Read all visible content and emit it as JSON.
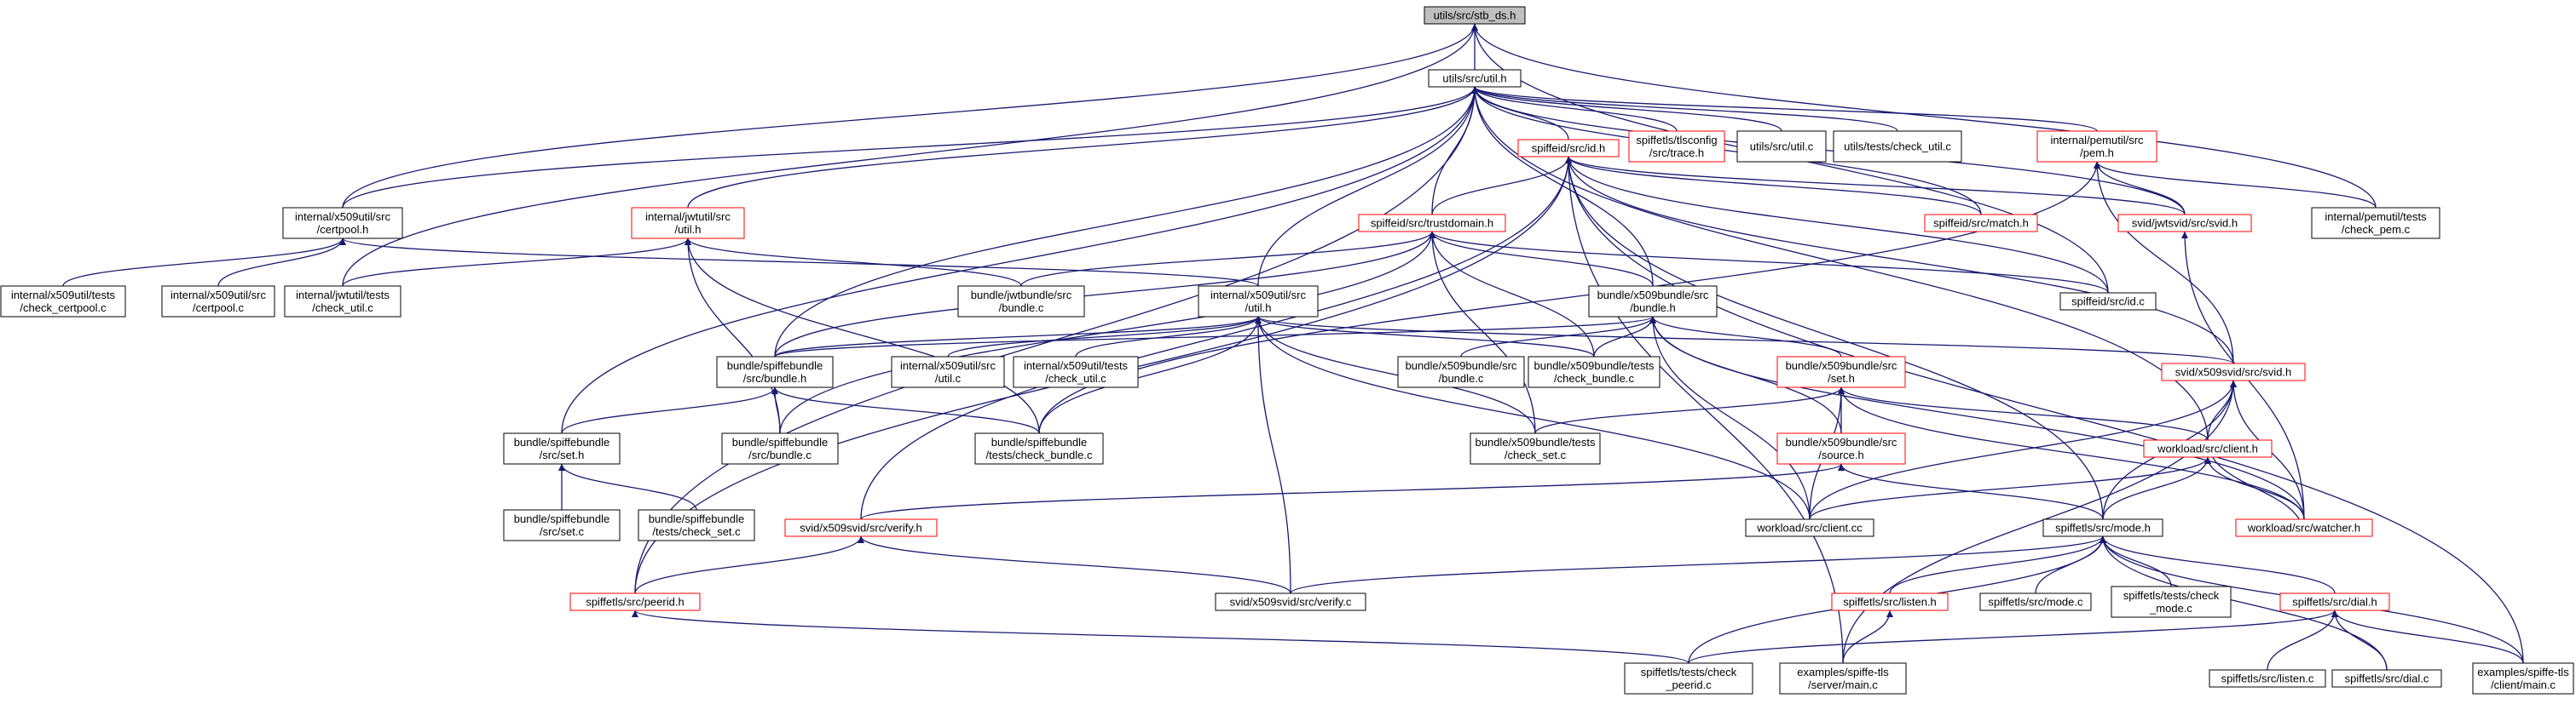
{
  "colors": {
    "edge": "#191970",
    "border_default": "#000000",
    "border_red": "#ff0000",
    "root_fill": "#bfbfbf",
    "node_fill": "#ffffff"
  },
  "nodes": {
    "stb_ds": {
      "lines": [
        "utils/src/stb_ds.h"
      ],
      "style": "root"
    },
    "util_h": {
      "lines": [
        "utils/src/util.h"
      ],
      "style": "black"
    },
    "x509util_certpool_h": {
      "lines": [
        "internal/x509util/src",
        "/certpool.h"
      ],
      "style": "black"
    },
    "spiffeid_id_h": {
      "lines": [
        "spiffeid/src/id.h"
      ],
      "style": "red"
    },
    "spiffetls_tlsconfig_trace_h": {
      "lines": [
        "spiffetls/tlsconfig",
        "/src/trace.h"
      ],
      "style": "red"
    },
    "utils_util_c": {
      "lines": [
        "utils/src/util.c"
      ],
      "style": "black"
    },
    "utils_tests_check_util_c": {
      "lines": [
        "utils/tests/check_util.c"
      ],
      "style": "black"
    },
    "pemutil_pem_h": {
      "lines": [
        "internal/pemutil/src",
        "/pem.h"
      ],
      "style": "red"
    },
    "jwtutil_util_h": {
      "lines": [
        "internal/jwtutil/src",
        "/util.h"
      ],
      "style": "red"
    },
    "spiffeid_trustdomain_h": {
      "lines": [
        "spiffeid/src/trustdomain.h"
      ],
      "style": "red"
    },
    "spiffeid_match_h": {
      "lines": [
        "spiffeid/src/match.h"
      ],
      "style": "red"
    },
    "jwtsvid_svid_h": {
      "lines": [
        "svid/jwtsvid/src/svid.h"
      ],
      "style": "red"
    },
    "pemutil_tests_check_pem_c": {
      "lines": [
        "internal/pemutil/tests",
        "/check_pem.c"
      ],
      "style": "black"
    },
    "x509util_tests_check_certpool_c": {
      "lines": [
        "internal/x509util/tests",
        "/check_certpool.c"
      ],
      "style": "black"
    },
    "x509util_certpool_c": {
      "lines": [
        "internal/x509util/src",
        "/certpool.c"
      ],
      "style": "black"
    },
    "jwtutil_tests_check_util_c": {
      "lines": [
        "internal/jwtutil/tests",
        "/check_util.c"
      ],
      "style": "black"
    },
    "jwtbundle_bundle_c": {
      "lines": [
        "bundle/jwtbundle/src",
        "/bundle.c"
      ],
      "style": "black"
    },
    "x509util_util_h": {
      "lines": [
        "internal/x509util/src",
        "/util.h"
      ],
      "style": "black"
    },
    "x509bundle_bundle_h": {
      "lines": [
        "bundle/x509bundle/src",
        "/bundle.h"
      ],
      "style": "black"
    },
    "spiffeid_id_c": {
      "lines": [
        "spiffeid/src/id.c"
      ],
      "style": "black"
    },
    "spiffebundle_bundle_h": {
      "lines": [
        "bundle/spiffebundle",
        "/src/bundle.h"
      ],
      "style": "black"
    },
    "x509util_util_c": {
      "lines": [
        "internal/x509util/src",
        "/util.c"
      ],
      "style": "black"
    },
    "x509util_tests_check_util_c": {
      "lines": [
        "internal/x509util/tests",
        "/check_util.c"
      ],
      "style": "black"
    },
    "x509bundle_bundle_c": {
      "lines": [
        "bundle/x509bundle/src",
        "/bundle.c"
      ],
      "style": "black"
    },
    "x509bundle_tests_check_bundle_c": {
      "lines": [
        "bundle/x509bundle/tests",
        "/check_bundle.c"
      ],
      "style": "black"
    },
    "x509bundle_set_h": {
      "lines": [
        "bundle/x509bundle/src",
        "/set.h"
      ],
      "style": "red"
    },
    "x509svid_svid_h": {
      "lines": [
        "svid/x509svid/src/svid.h"
      ],
      "style": "red"
    },
    "spiffebundle_set_h": {
      "lines": [
        "bundle/spiffebundle",
        "/src/set.h"
      ],
      "style": "black"
    },
    "spiffebundle_bundle_c": {
      "lines": [
        "bundle/spiffebundle",
        "/src/bundle.c"
      ],
      "style": "black"
    },
    "spiffebundle_tests_check_bundle_c": {
      "lines": [
        "bundle/spiffebundle",
        "/tests/check_bundle.c"
      ],
      "style": "black"
    },
    "x509bundle_tests_check_set_c": {
      "lines": [
        "bundle/x509bundle/tests",
        "/check_set.c"
      ],
      "style": "black"
    },
    "x509bundle_source_h": {
      "lines": [
        "bundle/x509bundle/src",
        "/source.h"
      ],
      "style": "red"
    },
    "workload_client_h": {
      "lines": [
        "workload/src/client.h"
      ],
      "style": "red"
    },
    "spiffebundle_set_c": {
      "lines": [
        "bundle/spiffebundle",
        "/src/set.c"
      ],
      "style": "black"
    },
    "spiffebundle_tests_check_set_c": {
      "lines": [
        "bundle/spiffebundle",
        "/tests/check_set.c"
      ],
      "style": "black"
    },
    "x509svid_verify_h": {
      "lines": [
        "svid/x509svid/src/verify.h"
      ],
      "style": "red"
    },
    "workload_client_cc": {
      "lines": [
        "workload/src/client.cc"
      ],
      "style": "black"
    },
    "spiffetls_mode_h": {
      "lines": [
        "spiffetls/src/mode.h"
      ],
      "style": "black"
    },
    "workload_watcher_h": {
      "lines": [
        "workload/src/watcher.h"
      ],
      "style": "red"
    },
    "spiffetls_peerid_h": {
      "lines": [
        "spiffetls/src/peerid.h"
      ],
      "style": "red"
    },
    "x509svid_verify_c": {
      "lines": [
        "svid/x509svid/src/verify.c"
      ],
      "style": "black"
    },
    "spiffetls_listen_h": {
      "lines": [
        "spiffetls/src/listen.h"
      ],
      "style": "red"
    },
    "spiffetls_mode_c": {
      "lines": [
        "spiffetls/src/mode.c"
      ],
      "style": "black"
    },
    "spiffetls_tests_check_mode_c": {
      "lines": [
        "spiffetls/tests/check",
        "_mode.c"
      ],
      "style": "black"
    },
    "spiffetls_dial_h": {
      "lines": [
        "spiffetls/src/dial.h"
      ],
      "style": "red"
    },
    "spiffetls_tests_check_peerid_c": {
      "lines": [
        "spiffetls/tests/check",
        "_peerid.c"
      ],
      "style": "black"
    },
    "examples_server_main_c": {
      "lines": [
        "examples/spiffe-tls",
        "/server/main.c"
      ],
      "style": "black"
    },
    "spiffetls_listen_c": {
      "lines": [
        "spiffetls/src/listen.c"
      ],
      "style": "black"
    },
    "spiffetls_dial_c": {
      "lines": [
        "spiffetls/src/dial.c"
      ],
      "style": "black"
    },
    "examples_client_main_c": {
      "lines": [
        "examples/spiffe-tls",
        "/client/main.c"
      ],
      "style": "black"
    }
  },
  "edges": [
    [
      "util_h",
      "stb_ds"
    ],
    [
      "x509util_certpool_h",
      "stb_ds"
    ],
    [
      "jwtutil_tests_check_util_c",
      "stb_ds"
    ],
    [
      "spiffeid_id_c",
      "stb_ds"
    ],
    [
      "pemutil_tests_check_pem_c",
      "stb_ds"
    ],
    [
      "x509util_certpool_h",
      "util_h"
    ],
    [
      "spiffeid_id_h",
      "util_h"
    ],
    [
      "spiffetls_tlsconfig_trace_h",
      "util_h"
    ],
    [
      "utils_util_c",
      "util_h"
    ],
    [
      "utils_tests_check_util_c",
      "util_h"
    ],
    [
      "pemutil_pem_h",
      "util_h"
    ],
    [
      "jwtutil_util_h",
      "util_h"
    ],
    [
      "spiffeid_trustdomain_h",
      "util_h"
    ],
    [
      "spiffeid_match_h",
      "util_h"
    ],
    [
      "jwtsvid_svid_h",
      "util_h"
    ],
    [
      "x509util_util_h",
      "util_h"
    ],
    [
      "x509bundle_bundle_h",
      "util_h"
    ],
    [
      "spiffebundle_bundle_h",
      "util_h"
    ],
    [
      "spiffebundle_set_h",
      "util_h"
    ],
    [
      "spiffetls_peerid_h",
      "util_h"
    ],
    [
      "workload_client_h",
      "util_h"
    ],
    [
      "x509util_tests_check_certpool_c",
      "x509util_certpool_h"
    ],
    [
      "x509util_certpool_c",
      "x509util_certpool_h"
    ],
    [
      "x509util_util_h",
      "x509util_certpool_h"
    ],
    [
      "spiffeid_trustdomain_h",
      "spiffeid_id_h"
    ],
    [
      "spiffeid_match_h",
      "spiffeid_id_h"
    ],
    [
      "jwtsvid_svid_h",
      "spiffeid_id_h"
    ],
    [
      "spiffeid_id_c",
      "spiffeid_id_h"
    ],
    [
      "x509svid_svid_h",
      "spiffeid_id_h"
    ],
    [
      "spiffetls_mode_h",
      "spiffeid_id_h"
    ],
    [
      "x509svid_verify_h",
      "spiffeid_id_h"
    ],
    [
      "spiffetls_peerid_h",
      "spiffeid_id_h"
    ],
    [
      "examples_server_main_c",
      "spiffeid_id_h"
    ],
    [
      "examples_client_main_c",
      "spiffeid_id_h"
    ],
    [
      "jwtsvid_svid_h",
      "pemutil_pem_h"
    ],
    [
      "pemutil_tests_check_pem_c",
      "pemutil_pem_h"
    ],
    [
      "x509svid_svid_h",
      "pemutil_pem_h"
    ],
    [
      "spiffebundle_tests_check_bundle_c",
      "pemutil_pem_h"
    ],
    [
      "jwtutil_tests_check_util_c",
      "jwtutil_util_h"
    ],
    [
      "jwtbundle_bundle_c",
      "jwtutil_util_h"
    ],
    [
      "spiffebundle_bundle_c",
      "jwtutil_util_h"
    ],
    [
      "spiffebundle_tests_check_bundle_c",
      "jwtutil_util_h"
    ],
    [
      "x509bundle_bundle_h",
      "spiffeid_trustdomain_h"
    ],
    [
      "jwtbundle_bundle_c",
      "spiffeid_trustdomain_h"
    ],
    [
      "spiffebundle_bundle_h",
      "spiffeid_trustdomain_h"
    ],
    [
      "spiffeid_id_c",
      "spiffeid_trustdomain_h"
    ],
    [
      "x509bundle_tests_check_bundle_c",
      "spiffeid_trustdomain_h"
    ],
    [
      "x509bundle_tests_check_set_c",
      "spiffeid_trustdomain_h"
    ],
    [
      "spiffebundle_bundle_c",
      "spiffeid_trustdomain_h"
    ],
    [
      "workload_watcher_h",
      "jwtsvid_svid_h"
    ],
    [
      "spiffebundle_bundle_h",
      "x509util_util_h"
    ],
    [
      "x509util_util_c",
      "x509util_util_h"
    ],
    [
      "x509util_tests_check_util_c",
      "x509util_util_h"
    ],
    [
      "x509bundle_tests_check_bundle_c",
      "x509util_util_h"
    ],
    [
      "x509svid_svid_h",
      "x509util_util_h"
    ],
    [
      "x509bundle_tests_check_set_c",
      "x509util_util_h"
    ],
    [
      "x509svid_verify_c",
      "x509util_util_h"
    ],
    [
      "workload_client_cc",
      "x509util_util_h"
    ],
    [
      "spiffebundle_tests_check_bundle_c",
      "x509util_util_h"
    ],
    [
      "x509bundle_bundle_c",
      "x509bundle_bundle_h"
    ],
    [
      "x509bundle_tests_check_bundle_c",
      "x509bundle_bundle_h"
    ],
    [
      "x509bundle_set_h",
      "x509bundle_bundle_h"
    ],
    [
      "x509bundle_source_h",
      "x509bundle_bundle_h"
    ],
    [
      "spiffebundle_bundle_h",
      "x509bundle_bundle_h"
    ],
    [
      "workload_client_cc",
      "x509bundle_bundle_h"
    ],
    [
      "workload_watcher_h",
      "x509bundle_bundle_h"
    ],
    [
      "spiffebundle_set_h",
      "spiffebundle_bundle_h"
    ],
    [
      "spiffebundle_bundle_c",
      "spiffebundle_bundle_h"
    ],
    [
      "spiffebundle_tests_check_bundle_c",
      "spiffebundle_bundle_h"
    ],
    [
      "x509bundle_source_h",
      "x509bundle_set_h"
    ],
    [
      "x509bundle_tests_check_set_c",
      "x509bundle_set_h"
    ],
    [
      "workload_client_h",
      "x509bundle_set_h"
    ],
    [
      "workload_client_cc",
      "x509bundle_set_h"
    ],
    [
      "workload_watcher_h",
      "x509bundle_set_h"
    ],
    [
      "workload_client_h",
      "x509svid_svid_h"
    ],
    [
      "spiffetls_mode_h",
      "x509svid_svid_h"
    ],
    [
      "workload_watcher_h",
      "x509svid_svid_h"
    ],
    [
      "workload_client_cc",
      "x509svid_svid_h"
    ],
    [
      "examples_server_main_c",
      "x509svid_svid_h"
    ],
    [
      "spiffebundle_set_c",
      "spiffebundle_set_h"
    ],
    [
      "spiffebundle_tests_check_set_c",
      "spiffebundle_set_h"
    ],
    [
      "x509svid_verify_h",
      "x509bundle_source_h"
    ],
    [
      "spiffetls_mode_h",
      "x509bundle_source_h"
    ],
    [
      "workload_client_cc",
      "workload_client_h"
    ],
    [
      "workload_watcher_h",
      "workload_client_h"
    ],
    [
      "spiffetls_mode_h",
      "workload_client_h"
    ],
    [
      "workload_client_h",
      "workload_watcher_h"
    ],
    [
      "spiffetls_peerid_h",
      "x509svid_verify_h"
    ],
    [
      "x509svid_verify_c",
      "x509svid_verify_h"
    ],
    [
      "spiffetls_listen_h",
      "spiffetls_mode_h"
    ],
    [
      "spiffetls_mode_c",
      "spiffetls_mode_h"
    ],
    [
      "spiffetls_tests_check_mode_c",
      "spiffetls_mode_h"
    ],
    [
      "spiffetls_dial_h",
      "spiffetls_mode_h"
    ],
    [
      "spiffetls_tests_check_peerid_c",
      "spiffetls_mode_h"
    ],
    [
      "x509svid_verify_c",
      "spiffetls_mode_h"
    ],
    [
      "spiffetls_dial_c",
      "spiffetls_mode_h"
    ],
    [
      "examples_client_main_c",
      "spiffetls_mode_h"
    ],
    [
      "spiffetls_tests_check_peerid_c",
      "spiffetls_peerid_h"
    ],
    [
      "examples_server_main_c",
      "spiffetls_listen_h"
    ],
    [
      "spiffetls_listen_c",
      "spiffetls_dial_h"
    ],
    [
      "spiffetls_dial_c",
      "spiffetls_dial_h"
    ],
    [
      "examples_client_main_c",
      "spiffetls_dial_h"
    ],
    [
      "spiffetls_tests_check_peerid_c",
      "spiffetls_dial_h"
    ]
  ]
}
